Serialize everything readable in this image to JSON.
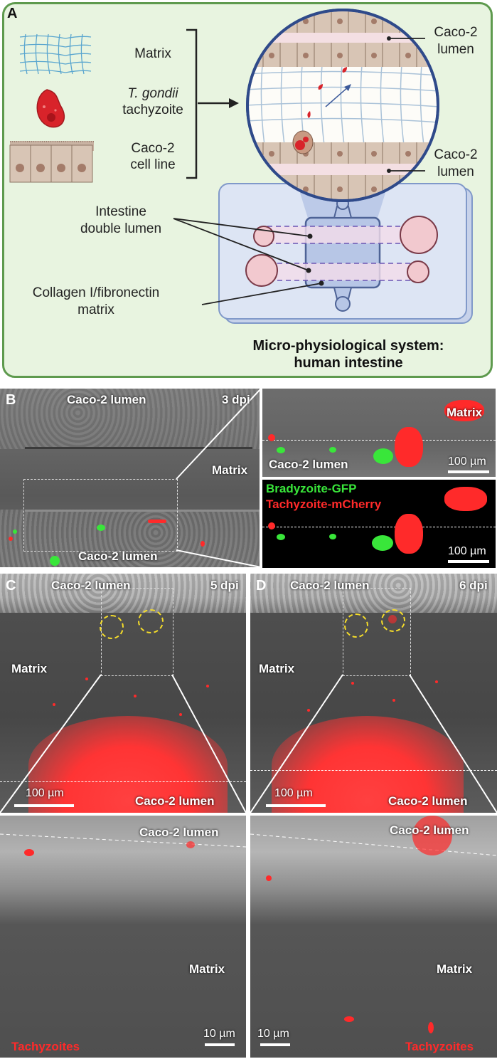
{
  "panel_a": {
    "label": "A",
    "legend": {
      "matrix": "Matrix",
      "tgondii_italic": "T. gondii",
      "tachyzoite": "tachyzoite",
      "caco2_line1": "Caco-2",
      "caco2_line2": "cell line"
    },
    "zoom_labels": {
      "top_lumen_1": "Caco-2",
      "top_lumen_2": "lumen",
      "bottom_lumen_1": "Caco-2",
      "bottom_lumen_2": "lumen"
    },
    "device_labels": {
      "intestine_1": "Intestine",
      "intestine_2": "double lumen",
      "collagen_1": "Collagen I/fibronectin",
      "collagen_2": "matrix"
    },
    "caption_1": "Micro-physiological system:",
    "caption_2": "human intestine"
  },
  "panel_b": {
    "label": "B",
    "top_lumen": "Caco-2 lumen",
    "dpi": "3 dpi",
    "matrix": "Matrix",
    "bottom_lumen": "Caco-2 lumen",
    "inset_top_matrix": "Matrix",
    "inset_top_lumen": "Caco-2 lumen",
    "inset_top_scale": "100 µm",
    "legend_gfp": "Bradyzoite-GFP",
    "legend_mcherry": "Tachyzoite-mCherry",
    "inset_bottom_scale": "100 µm"
  },
  "panel_c": {
    "label": "C",
    "top_lumen": "Caco-2 lumen",
    "dpi": "5 dpi",
    "matrix": "Matrix",
    "scale": "100 µm",
    "bottom_lumen": "Caco-2 lumen",
    "zoom_lumen": "Caco-2 lumen",
    "zoom_matrix": "Matrix",
    "zoom_scale": "10 µm",
    "tachy": "Tachyzoites"
  },
  "panel_d": {
    "label": "D",
    "top_lumen": "Caco-2 lumen",
    "dpi": "6 dpi",
    "matrix": "Matrix",
    "scale": "100 µm",
    "bottom_lumen": "Caco-2 lumen",
    "zoom_lumen": "Caco-2 lumen",
    "zoom_matrix": "Matrix",
    "zoom_scale": "10 µm",
    "tachy": "Tachyzoites"
  },
  "colors": {
    "panel_bg": "#e8f4e0",
    "panel_border": "#5e9a4e",
    "gfp": "#39e63a",
    "mcherry": "#ff2a2a",
    "dashed_circle": "#f5dd2a"
  }
}
